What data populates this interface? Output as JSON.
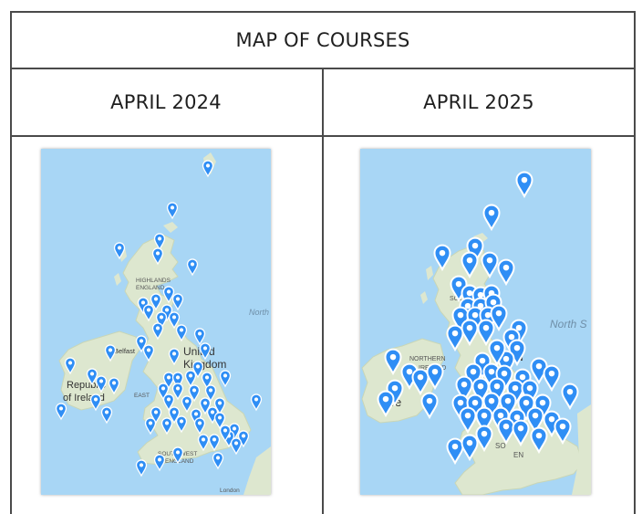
{
  "table": {
    "title": "MAP OF COURSES",
    "columns": [
      {
        "header": "APRIL 2024"
      },
      {
        "header": "APRIL 2025"
      }
    ]
  },
  "maps": {
    "left": {
      "labels": {
        "highlands": "HIGHLANDS",
        "england_h": "ENGLAND",
        "north": "North",
        "belfast": "Belfast",
        "united": "United",
        "kingdom": "Kingdom",
        "republic": "Republic",
        "of_ireland": "of Ireland",
        "east": "EAST",
        "south_west": "SOUTH WEST",
        "england_sw": "ENGLAND",
        "london": "London"
      }
    },
    "right": {
      "labels": {
        "scotland": "SCOTLAND",
        "north_sea": "North S",
        "northern": "NORTHERN",
        "ireland_n": "IRELAND",
        "land": "land",
        "ire": "Ire",
        "so": "SO",
        "en": "EN"
      }
    }
  },
  "colors": {
    "sea": "#a8d6f5",
    "land": "#dde7cf",
    "marker": "#2f8ef5",
    "border": "#4a4a4a"
  },
  "icons": {
    "marker": "map-pin-icon"
  }
}
